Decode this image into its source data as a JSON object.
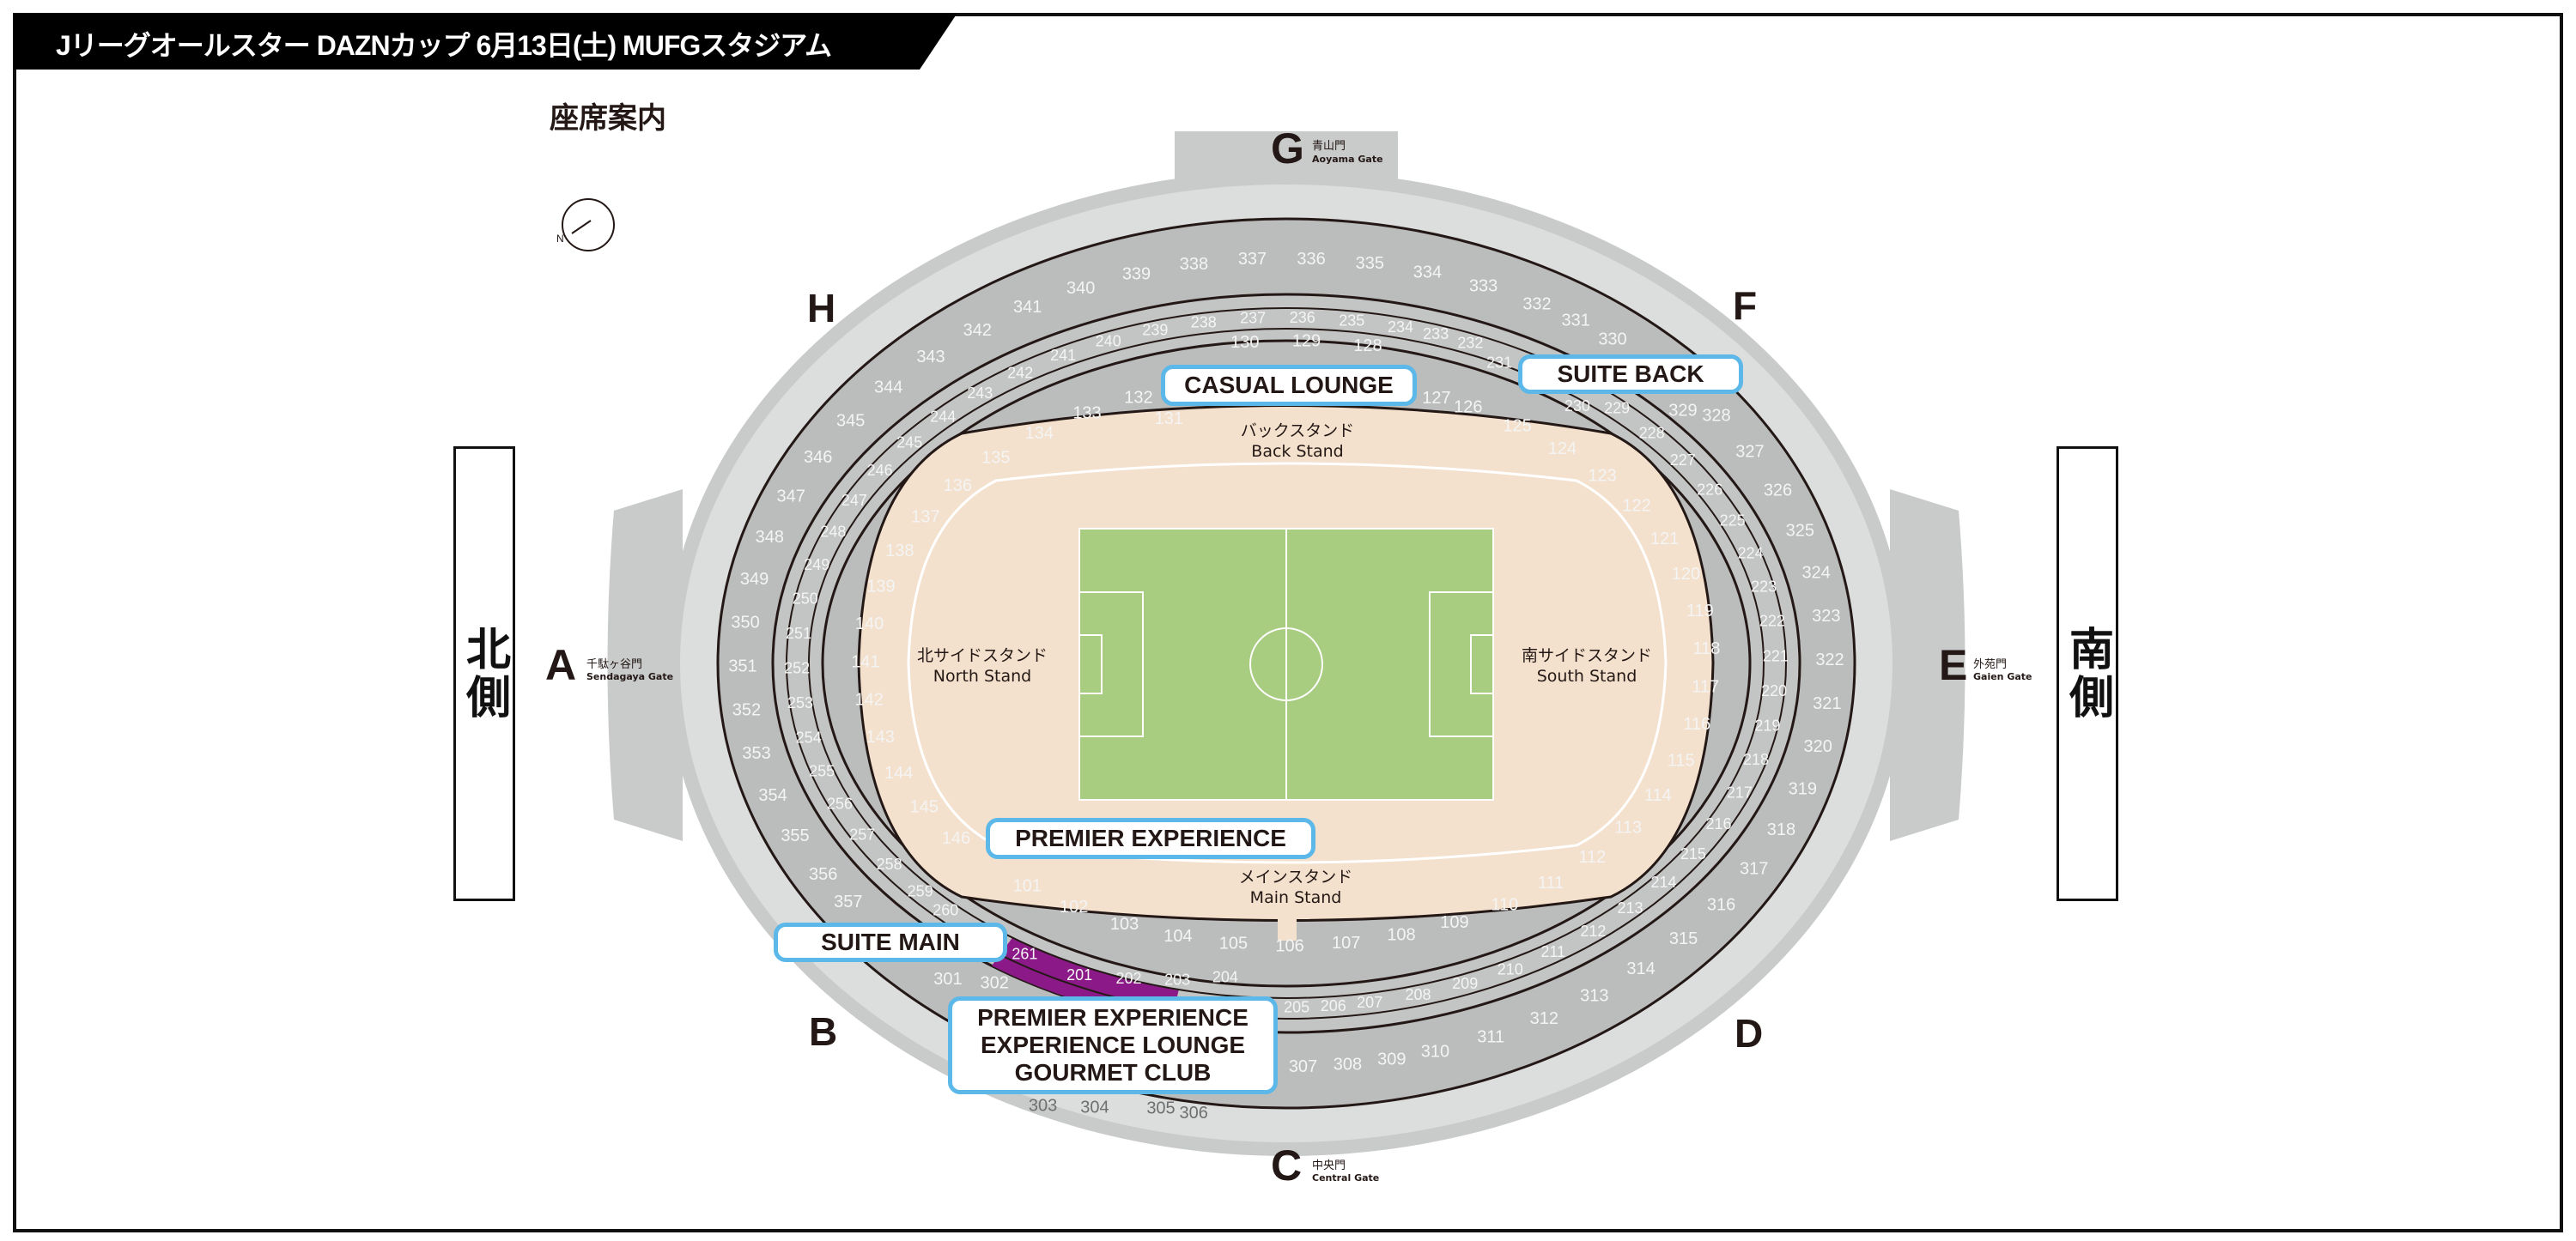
{
  "header": {
    "title": "Jリーグオールスター DAZNカップ 6月13日(土) MUFGスタジアム"
  },
  "map_title": "座席案内",
  "compass": {
    "label": "N"
  },
  "sides": {
    "north": "北側",
    "south": "南側"
  },
  "gates": {
    "A": {
      "letter": "A",
      "jp": "千駄ヶ谷門",
      "en": "Sendagaya Gate"
    },
    "B": {
      "letter": "B"
    },
    "C": {
      "letter": "C",
      "jp": "中央門",
      "en": "Central Gate"
    },
    "D": {
      "letter": "D"
    },
    "E": {
      "letter": "E",
      "jp": "外苑門",
      "en": "Gaien Gate"
    },
    "F": {
      "letter": "F"
    },
    "G": {
      "letter": "G",
      "jp": "青山門",
      "en": "Aoyama Gate"
    },
    "H": {
      "letter": "H"
    }
  },
  "stands": {
    "back": {
      "jp": "バックスタンド",
      "en": "Back Stand"
    },
    "north": {
      "jp": "北サイドスタンド",
      "en": "North Stand"
    },
    "south": {
      "jp": "南サイドスタンド",
      "en": "South Stand"
    },
    "main": {
      "jp": "メインスタンド",
      "en": "Main Stand"
    }
  },
  "callouts": {
    "casual_lounge": "CASUAL LOUNGE",
    "suite_back": "SUITE BACK",
    "premier_experience": "PREMIER EXPERIENCE",
    "suite_main": "SUITE MAIN",
    "premier_lines": [
      "PREMIER EXPERIENCE",
      "EXPERIENCE LOUNGE",
      "GOURMET CLUB"
    ]
  },
  "colors": {
    "highlight_section": "#8b1a88",
    "callout_border": "#5bb8e8"
  },
  "highlighted_sections": [
    "261",
    "201"
  ],
  "sections": {
    "level1": {
      "first": 101,
      "last": 146
    },
    "level2": {
      "first": 201,
      "last": 261
    },
    "level3": {
      "first": 301,
      "last": 357
    }
  }
}
